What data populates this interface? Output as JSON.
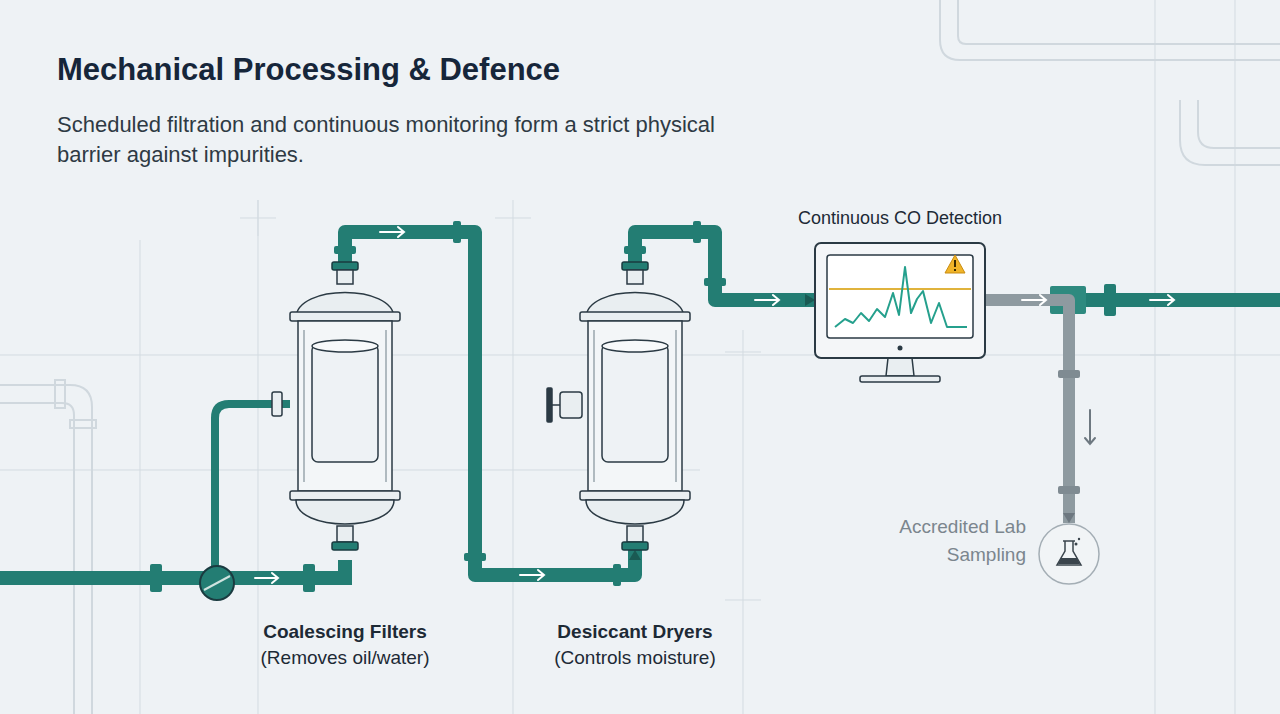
{
  "diagram": {
    "title": "Mechanical Processing & Defence",
    "caption": "Scheduled filtration and continuous monitoring form a strict physical barrier against impurities.",
    "nodes": [
      {
        "text": [
          "Coalescing Filters",
          "(Removes oil/water)"
        ]
      },
      {
        "text": [
          "Desiccant Dryers",
          "(Controls moisture)"
        ]
      },
      {
        "text": [
          "Continuous CO Detection"
        ]
      },
      {
        "text": [
          "Accredited Lab Sampling"
        ]
      }
    ],
    "edges": [
      {
        "from": 0,
        "to": 1,
        "arrow": "to"
      },
      {
        "from": 1,
        "to": 2,
        "arrow": "to"
      },
      {
        "from": 2,
        "to": 3,
        "arrow": "to"
      }
    ]
  }
}
